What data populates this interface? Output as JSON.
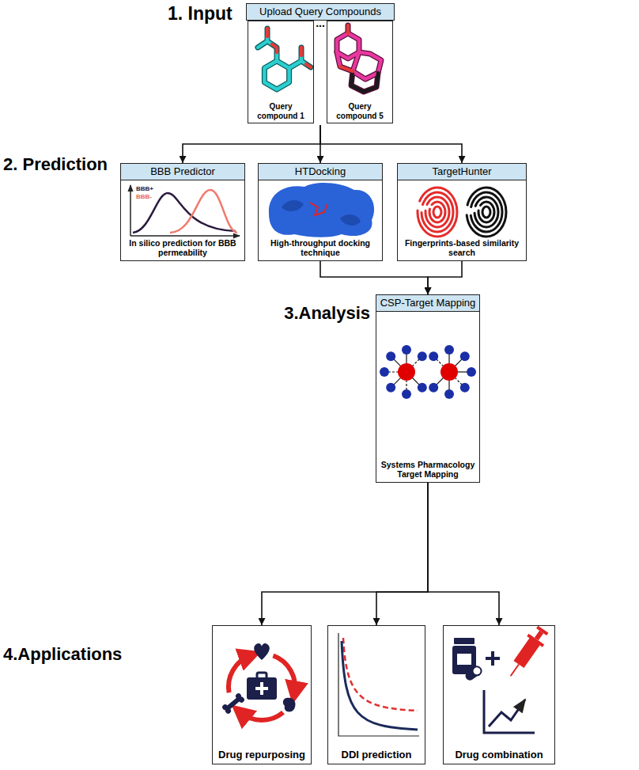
{
  "diagram": {
    "nodes": [
      {
        "text": [
          "Upload Query Compounds"
        ]
      },
      {
        "text": [
          "Query compound 1"
        ],
        "in": 0
      },
      {
        "text": [
          "Query compound 5"
        ],
        "in": 0
      },
      {
        "text": [
          "BBB Predictor",
          "In silico prediction for BBB permeability"
        ]
      },
      {
        "text": [
          "HTDocking",
          "High-throughput docking technique"
        ]
      },
      {
        "text": [
          "TargetHunter",
          "Fingerprints-based similarity search"
        ]
      },
      {
        "text": [
          "CSP-Target Mapping",
          "Systems Pharmacology Target Mapping"
        ]
      },
      {
        "text": [
          "Drug repurposing"
        ]
      },
      {
        "text": [
          "DDI prediction"
        ]
      },
      {
        "text": [
          "Drug combination"
        ]
      }
    ],
    "edges": [
      {
        "from": 0,
        "to": 3,
        "arrow": "to"
      },
      {
        "from": 0,
        "to": 4,
        "arrow": "to"
      },
      {
        "from": 0,
        "to": 5,
        "arrow": "to"
      },
      {
        "from": 4,
        "to": 6,
        "arrow": "to"
      },
      {
        "from": 5,
        "to": 6,
        "arrow": "to"
      },
      {
        "from": 6,
        "to": 7,
        "arrow": "to"
      },
      {
        "from": 6,
        "to": 8,
        "arrow": "to"
      },
      {
        "from": 6,
        "to": 9,
        "arrow": "to"
      }
    ],
    "labels": [
      "1. Input",
      "...",
      "2. Prediction",
      "BBB+",
      "BBB-",
      "3.Analysis",
      "4.Applications"
    ]
  }
}
